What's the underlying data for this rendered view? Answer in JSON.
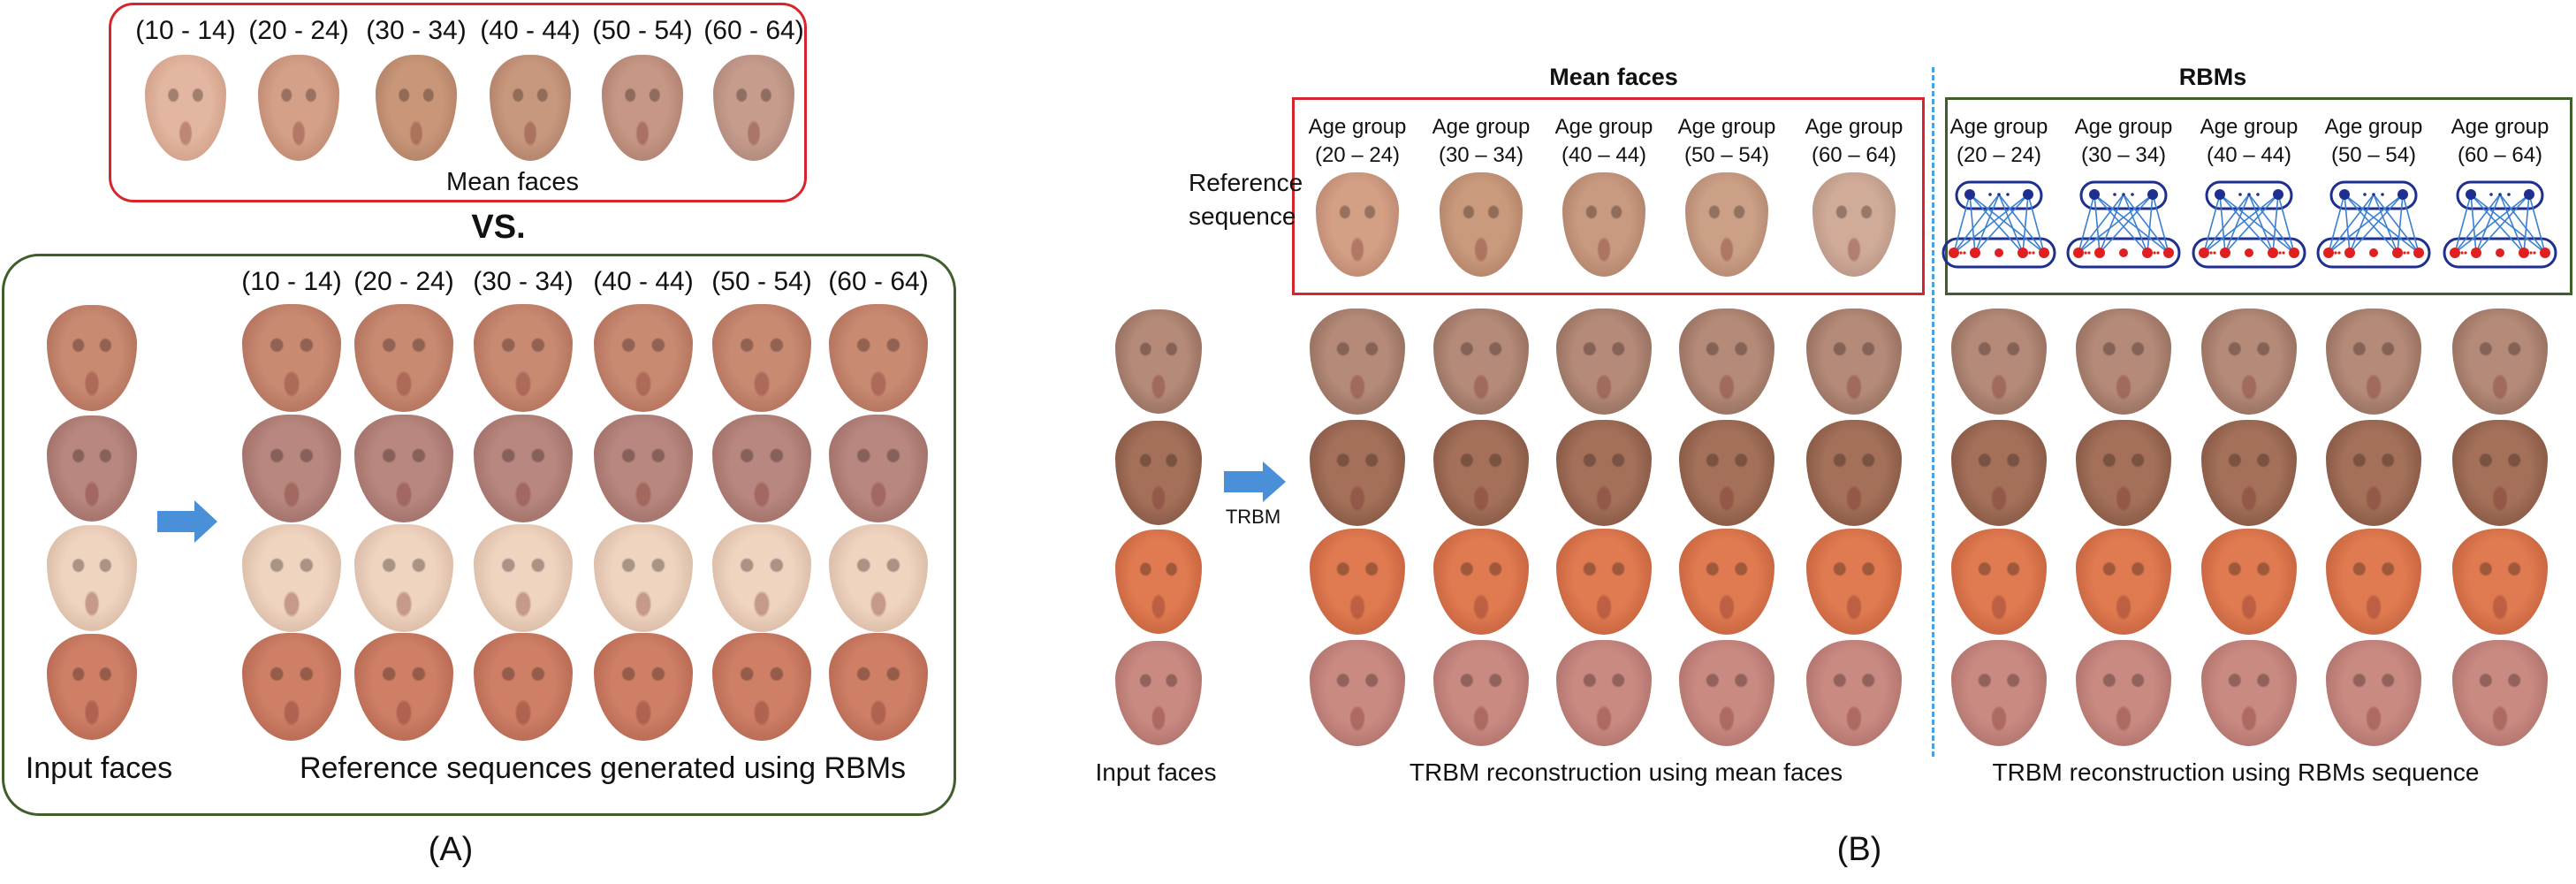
{
  "panel_a": {
    "top_age_labels": [
      "(10 - 14)",
      "(20 - 24)",
      "(30 - 34)",
      "(40 - 44)",
      "(50 - 54)",
      "(60 - 64)"
    ],
    "mean_faces_caption": "Mean faces",
    "vs_label": "VS.",
    "bottom_age_labels": [
      "(10 - 14)",
      "(20 - 24)",
      "(30 - 34)",
      "(40 - 44)",
      "(50 - 54)",
      "(60 - 64)"
    ],
    "input_faces_caption": "Input faces",
    "reference_caption": "Reference sequences generated using RBMs",
    "panel_label": "(A)"
  },
  "panel_b": {
    "mean_faces_header": "Mean faces",
    "rbms_header": "RBMs",
    "reference_sequence_label": "Reference sequence",
    "age_groups": [
      {
        "line1": "Age group",
        "line2": "(20 – 24)"
      },
      {
        "line1": "Age group",
        "line2": "(30 – 34)"
      },
      {
        "line1": "Age group",
        "line2": "(40 – 44)"
      },
      {
        "line1": "Age group",
        "line2": "(50 – 54)"
      },
      {
        "line1": "Age group",
        "line2": "(60 – 64)"
      }
    ],
    "arrow_label": "TRBM",
    "input_faces_caption": "Input faces",
    "mean_recon_caption": "TRBM reconstruction using mean faces",
    "rbm_recon_caption": "TRBM reconstruction using RBMs sequence",
    "panel_label": "(B)"
  },
  "colors": {
    "red_border": "#d6262b",
    "green_border": "#3f5f2a",
    "arrow_blue": "#4a90d9",
    "dashed_blue": "#4aa3de",
    "rbm_blue": "#1f2f8f",
    "rbm_red": "#e02020"
  }
}
